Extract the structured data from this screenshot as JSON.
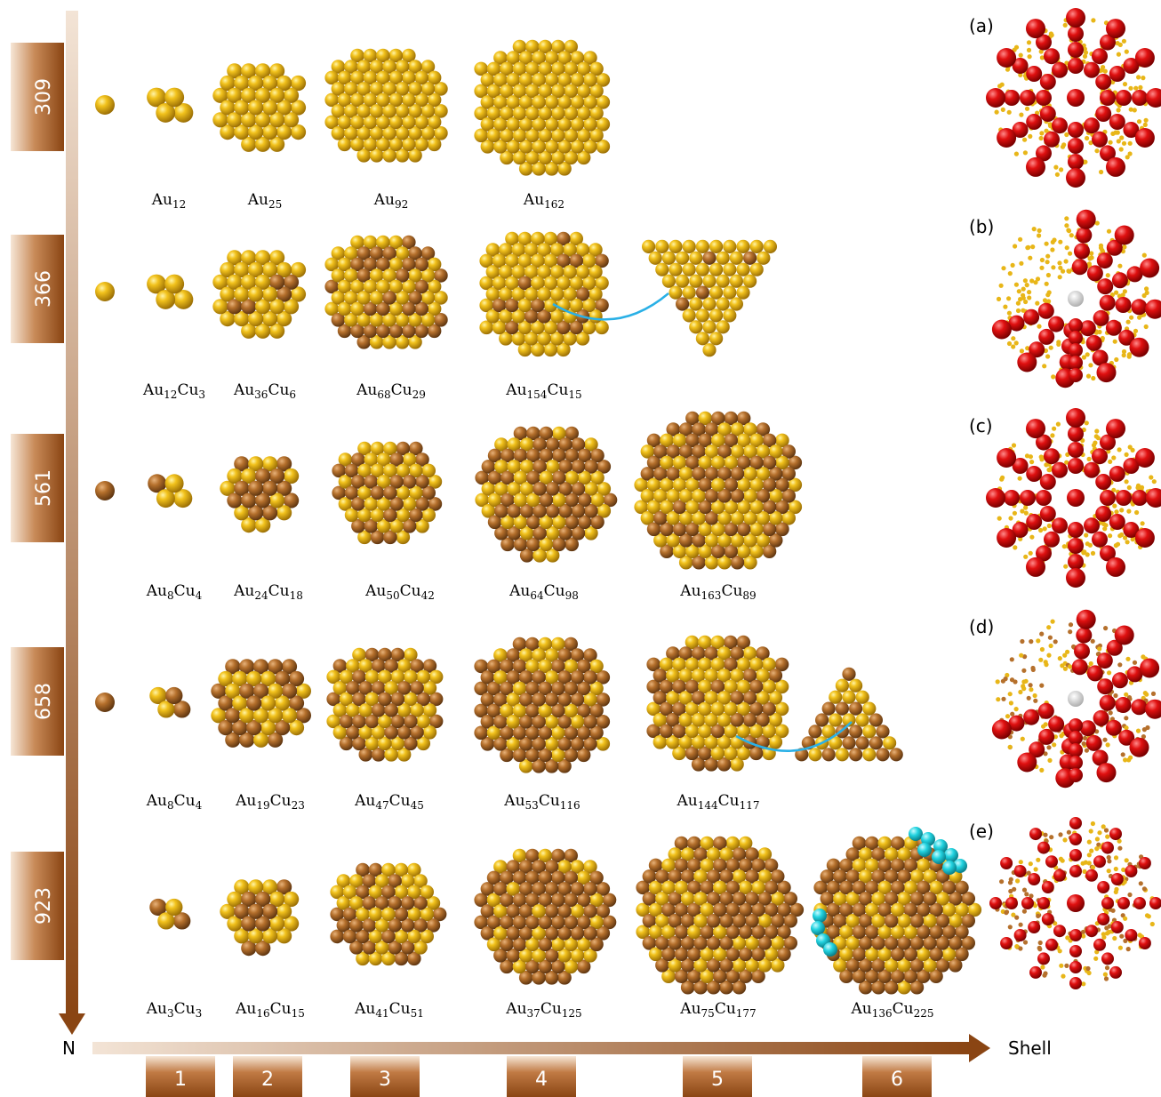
{
  "axes": {
    "vertical_label": "N",
    "horizontal_label": "Shell",
    "n_values": [
      "309",
      "366",
      "561",
      "658",
      "923"
    ],
    "shell_values": [
      "1",
      "2",
      "3",
      "4",
      "5",
      "6"
    ]
  },
  "rows": [
    {
      "n": "309",
      "center": "Au",
      "clusters": [
        {
          "au": "12",
          "cu": ""
        },
        {
          "au": "25",
          "cu": ""
        },
        {
          "au": "92",
          "cu": ""
        },
        {
          "au": "162",
          "cu": ""
        }
      ],
      "has_inset": false
    },
    {
      "n": "366",
      "center": "Au",
      "clusters": [
        {
          "au": "12",
          "cu": "3"
        },
        {
          "au": "36",
          "cu": "6"
        },
        {
          "au": "68",
          "cu": "29"
        },
        {
          "au": "154",
          "cu": "15"
        }
      ],
      "has_inset": true
    },
    {
      "n": "561",
      "center": "Cu",
      "clusters": [
        {
          "au": "8",
          "cu": "4"
        },
        {
          "au": "24",
          "cu": "18"
        },
        {
          "au": "50",
          "cu": "42"
        },
        {
          "au": "64",
          "cu": "98"
        },
        {
          "au": "163",
          "cu": "89"
        }
      ],
      "has_inset": false
    },
    {
      "n": "658",
      "center": "Cu",
      "clusters": [
        {
          "au": "8",
          "cu": "4"
        },
        {
          "au": "19",
          "cu": "23"
        },
        {
          "au": "47",
          "cu": "45"
        },
        {
          "au": "53",
          "cu": "116"
        },
        {
          "au": "144",
          "cu": "117"
        }
      ],
      "has_inset": true
    },
    {
      "n": "923",
      "center": "",
      "clusters": [
        {
          "au": "3",
          "cu": "3"
        },
        {
          "au": "16",
          "cu": "15"
        },
        {
          "au": "41",
          "cu": "51"
        },
        {
          "au": "37",
          "cu": "125"
        },
        {
          "au": "75",
          "cu": "177"
        },
        {
          "au": "136",
          "cu": "225"
        }
      ],
      "has_inset": false
    }
  ],
  "panels": [
    "(a)",
    "(b)",
    "(c)",
    "(d)",
    "(e)"
  ],
  "colors": {
    "gold": "#e8b618",
    "copper": "#b5702c",
    "red": "#dd1111",
    "cyan": "#22d3e0",
    "tag": "#8a4513",
    "arrow": "#2ab0e6"
  }
}
